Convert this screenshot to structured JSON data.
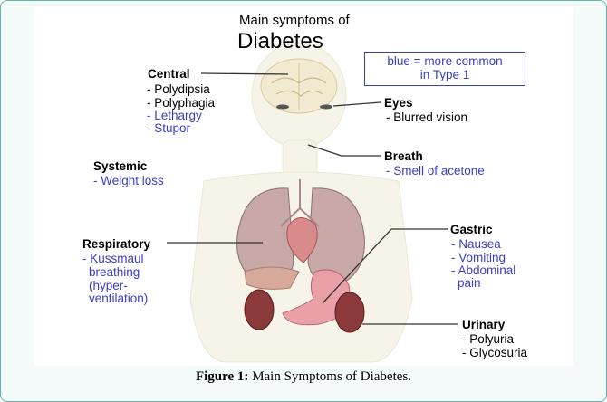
{
  "title": {
    "line1": "Main symptoms of",
    "line2": "Diabetes"
  },
  "legend": {
    "line1": "blue = more common",
    "line2": "in Type 1",
    "color": "#3b3ec1"
  },
  "groups": {
    "central": {
      "heading": "Central",
      "items": [
        "- Polydipsia",
        "- Polyphagia",
        "- Lethargy",
        "- Stupor"
      ]
    },
    "eyes": {
      "heading": "Eyes",
      "items": [
        "- Blurred vision"
      ]
    },
    "breath": {
      "heading": "Breath",
      "items": [
        "- Smell of acetone"
      ]
    },
    "systemic": {
      "heading": "Systemic",
      "items": [
        "- Weight loss"
      ]
    },
    "respiratory": {
      "heading": "Respiratory",
      "items": [
        "- Kussmaul",
        "breathing",
        "(hyper-",
        "ventilation)"
      ]
    },
    "gastric": {
      "heading": "Gastric",
      "items": [
        "- Nausea",
        "- Vomiting",
        "- Abdominal",
        "pain"
      ]
    },
    "urinary": {
      "heading": "Urinary",
      "items": [
        "- Polyuria",
        "- Glycosuria"
      ]
    }
  },
  "caption": {
    "label": "Figure 1:",
    "text": " Main Symptoms of Diabetes."
  },
  "colors": {
    "frame_border": "#5fb7b0",
    "frame_bg": "#f4fbfa",
    "blue_text": "#3b3ec1",
    "black_text": "#000000"
  }
}
